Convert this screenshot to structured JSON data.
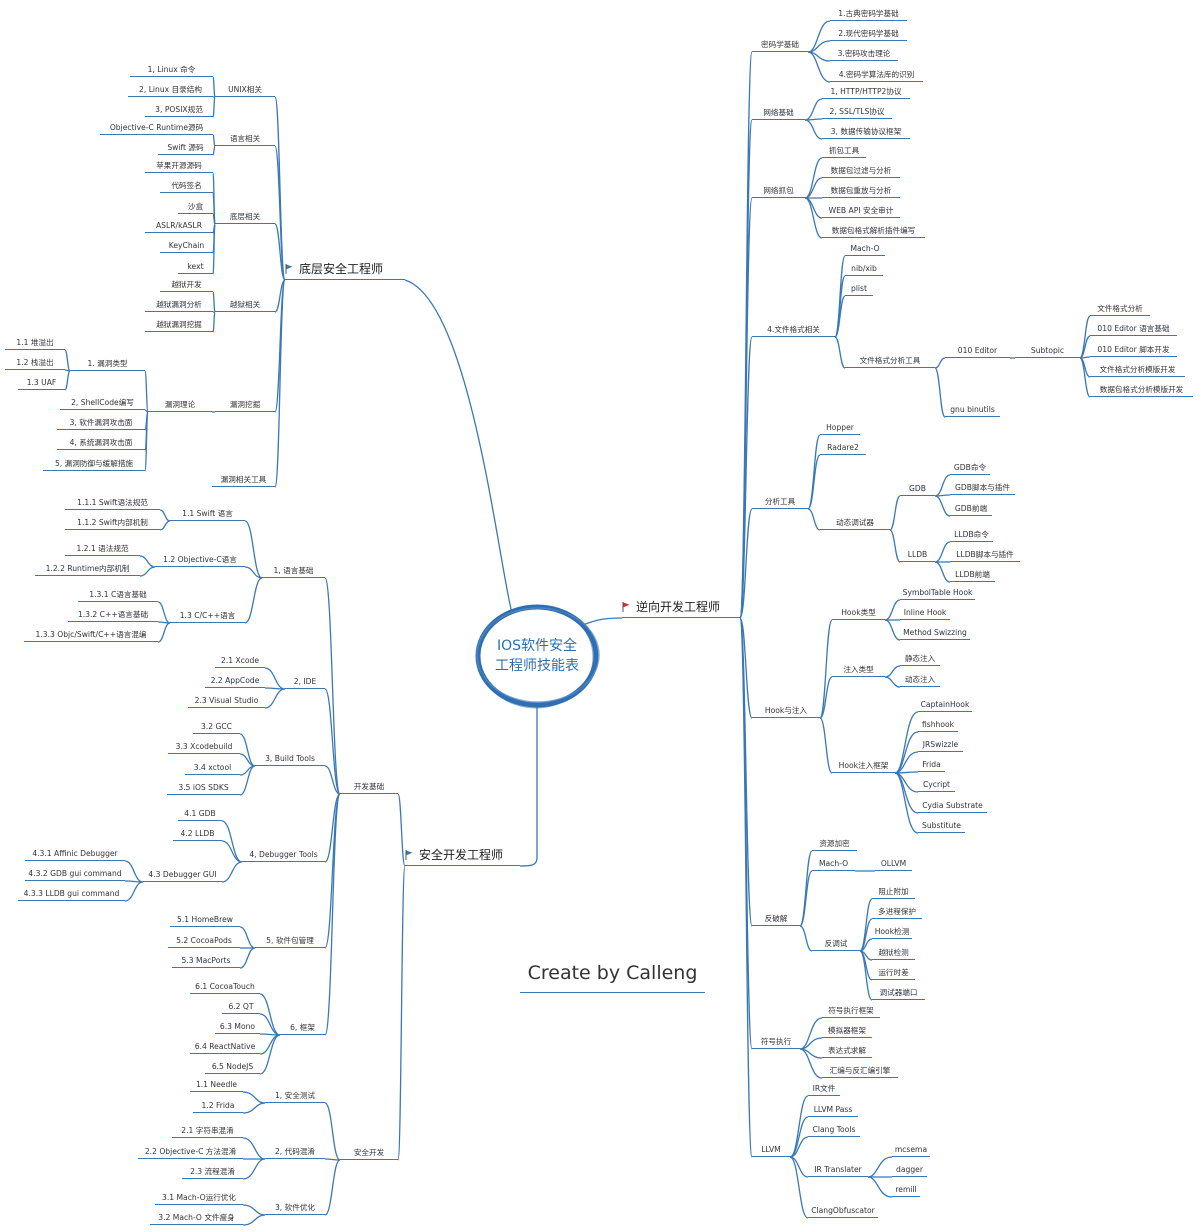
{
  "root": {
    "line1": "IOS软件安全",
    "line2": "工程师技能表"
  },
  "credit": "Create by Calleng",
  "colors": {
    "line": "#3a78b5",
    "root": "#2a6fb5",
    "flag_red": "#d9282f",
    "flag_blue": "#3a78b5"
  },
  "left_top": {
    "label": "底层安全工程师",
    "flag": "flag-blue-icon",
    "children": [
      {
        "label": "UNIX相关",
        "children": [
          {
            "label": "1, Linux 命令"
          },
          {
            "label": "2, Linux 目录结构"
          },
          {
            "label": "3, POSIX规范"
          }
        ]
      },
      {
        "label": "语言相关",
        "children": [
          {
            "label": "Objective-C Runtime源码"
          },
          {
            "label": "Swift 源码"
          }
        ]
      },
      {
        "label": "底层相关",
        "children": [
          {
            "label": "苹果开源源码"
          },
          {
            "label": "代码签名"
          },
          {
            "label": "沙盒"
          },
          {
            "label": "ASLR/kASLR"
          },
          {
            "label": "KeyChain"
          },
          {
            "label": "kext"
          }
        ]
      },
      {
        "label": "越狱相关",
        "children": [
          {
            "label": "越狱开发"
          },
          {
            "label": "越狱漏洞分析"
          },
          {
            "label": "越狱漏洞挖掘"
          }
        ]
      },
      {
        "label": "漏洞挖掘",
        "children": [
          {
            "label": "漏洞理论",
            "children": [
              {
                "label": "1. 漏洞类型",
                "children": [
                  {
                    "label": "1.1 堆溢出"
                  },
                  {
                    "label": "1.2 栈溢出"
                  },
                  {
                    "label": "1.3 UAF"
                  }
                ]
              },
              {
                "label": "2, ShellCode编写"
              },
              {
                "label": "3, 软件漏洞攻击面"
              },
              {
                "label": "4, 系统漏洞攻击面"
              },
              {
                "label": "5, 漏洞防御与缓解措施"
              }
            ]
          }
        ]
      },
      {
        "label": "漏洞相关工具"
      }
    ]
  },
  "left_bottom": {
    "label": "安全开发工程师",
    "flag": "flag-blue-icon",
    "children": [
      {
        "label": "开发基础",
        "children": [
          {
            "label": "1, 语言基础",
            "children": [
              {
                "label": "1.1 Swift 语言",
                "children": [
                  {
                    "label": "1.1.1 Swift语法规范"
                  },
                  {
                    "label": "1.1.2 Swift内部机制"
                  }
                ]
              },
              {
                "label": "1.2 Objective-C语言",
                "children": [
                  {
                    "label": "1.2.1 语法规范"
                  },
                  {
                    "label": "1.2.2 Runtime内部机制"
                  }
                ]
              },
              {
                "label": "1.3 C/C++语言",
                "children": [
                  {
                    "label": "1.3.1 C语言基础"
                  },
                  {
                    "label": "1.3.2 C++语言基础"
                  },
                  {
                    "label": "1.3.3 Objc/Swift/C++语言混编"
                  }
                ]
              }
            ]
          },
          {
            "label": "2, IDE",
            "children": [
              {
                "label": "2.1 Xcode"
              },
              {
                "label": "2.2 AppCode"
              },
              {
                "label": "2.3 Visual Studio"
              }
            ]
          },
          {
            "label": "3, Build Tools",
            "children": [
              {
                "label": "3.2 GCC"
              },
              {
                "label": "3.3 Xcodebuild"
              },
              {
                "label": "3.4 xctool"
              },
              {
                "label": "3.5 iOS   SDKS"
              }
            ]
          },
          {
            "label": "4, Debugger Tools",
            "children": [
              {
                "label": "4.1 GDB"
              },
              {
                "label": "4.2 LLDB"
              },
              {
                "label": "4.3 Debugger GUI",
                "children": [
                  {
                    "label": "4.3.1 Affinic Debugger"
                  },
                  {
                    "label": "4.3.2 GDB gui command"
                  },
                  {
                    "label": "4.3.3 LLDB gui command"
                  }
                ]
              }
            ]
          },
          {
            "label": "5, 软件包管理",
            "children": [
              {
                "label": "5.1 HomeBrew"
              },
              {
                "label": "5.2 CocoaPods"
              },
              {
                "label": "5.3 MacPorts"
              }
            ]
          },
          {
            "label": "6, 框架",
            "children": [
              {
                "label": "6.1 CocoaTouch"
              },
              {
                "label": "6.2 QT"
              },
              {
                "label": "6.3 Mono"
              },
              {
                "label": "6.4 ReactNative"
              },
              {
                "label": "6.5 NodeJS"
              }
            ]
          }
        ]
      },
      {
        "label": "安全开发",
        "children": [
          {
            "label": "1, 安全测试",
            "children": [
              {
                "label": "1.1 Needle"
              },
              {
                "label": "1.2 Frida"
              }
            ]
          },
          {
            "label": "2, 代码混淆",
            "children": [
              {
                "label": "2.1 字符串混淆"
              },
              {
                "label": "2.2 Objective-C 方法混淆"
              },
              {
                "label": "2.3 流程混淆"
              }
            ]
          },
          {
            "label": "3, 软件优化",
            "children": [
              {
                "label": "3.1 Mach-O运行优化"
              },
              {
                "label": "3.2 Mach-O 文件瘦身"
              }
            ]
          }
        ]
      }
    ]
  },
  "right": {
    "label": "逆向开发工程师",
    "flag": "flag-red-icon",
    "children": [
      {
        "label": "密码学基础",
        "children": [
          {
            "label": "1.古典密码学基础"
          },
          {
            "label": "2.现代密码学基础"
          },
          {
            "label": "3.密码攻击理论"
          },
          {
            "label": "4.密码学算法库的识别"
          }
        ]
      },
      {
        "label": "网络基础",
        "children": [
          {
            "label": "1, HTTP/HTTP2协议"
          },
          {
            "label": "2, SSL/TLS协议"
          },
          {
            "label": "3, 数据传输协议框架"
          }
        ]
      },
      {
        "label": "网络抓包",
        "children": [
          {
            "label": "抓包工具"
          },
          {
            "label": "数据包过滤与分析"
          },
          {
            "label": "数据包重放与分析"
          },
          {
            "label": "WEB API 安全审计"
          },
          {
            "label": "数据包格式解析插件编写"
          }
        ]
      },
      {
        "label": "4.文件格式相关",
        "children": [
          {
            "label": "Mach-O"
          },
          {
            "label": "nib/xib"
          },
          {
            "label": "plist"
          },
          {
            "label": "文件格式分析工具",
            "children": [
              {
                "label": "010 Editor",
                "children": [
                  {
                    "label": "Subtopic",
                    "children": [
                      {
                        "label": "文件格式分析"
                      },
                      {
                        "label": "010 Editor 语言基础"
                      },
                      {
                        "label": "010 Editor 脚本开发"
                      },
                      {
                        "label": "文件格式分析模版开发"
                      },
                      {
                        "label": "数据包格式分析模版开发"
                      }
                    ]
                  }
                ]
              },
              {
                "label": "gnu binutils"
              }
            ]
          }
        ]
      },
      {
        "label": "分析工具",
        "children": [
          {
            "label": "Hopper"
          },
          {
            "label": "Radare2"
          },
          {
            "label": "动态调试器",
            "children": [
              {
                "label": "GDB",
                "children": [
                  {
                    "label": "GDB命令"
                  },
                  {
                    "label": "GDB脚本与插件"
                  },
                  {
                    "label": "GDB前端"
                  }
                ]
              },
              {
                "label": "LLDB",
                "children": [
                  {
                    "label": "LLDB命令"
                  },
                  {
                    "label": "LLDB脚本与插件"
                  },
                  {
                    "label": "LLDB前端"
                  }
                ]
              }
            ]
          }
        ]
      },
      {
        "label": "Hook与注入",
        "children": [
          {
            "label": "Hook类型",
            "children": [
              {
                "label": "SymbolTable Hook"
              },
              {
                "label": "Inline Hook"
              },
              {
                "label": "Method Swizzing"
              }
            ]
          },
          {
            "label": "注入类型",
            "children": [
              {
                "label": "静态注入"
              },
              {
                "label": "动态注入"
              }
            ]
          },
          {
            "label": "Hook注入框架",
            "children": [
              {
                "label": "CaptainHook"
              },
              {
                "label": "fishhook"
              },
              {
                "label": "JRSwizzle"
              },
              {
                "label": "Frida"
              },
              {
                "label": "Cycript"
              },
              {
                "label": "Cydia Substrate"
              },
              {
                "label": "Substitute"
              }
            ]
          }
        ]
      },
      {
        "label": "反破解",
        "children": [
          {
            "label": "资源加密"
          },
          {
            "label": "Mach-O",
            "children": [
              {
                "label": "OLLVM"
              }
            ]
          },
          {
            "label": "反调试",
            "children": [
              {
                "label": "阻止附加"
              },
              {
                "label": "多进程保护"
              },
              {
                "label": "Hook检测"
              },
              {
                "label": "越狱检测"
              },
              {
                "label": "运行时差"
              },
              {
                "label": "调试器端口"
              }
            ]
          }
        ]
      },
      {
        "label": "符号执行",
        "children": [
          {
            "label": "符号执行框架"
          },
          {
            "label": "模拟器框架"
          },
          {
            "label": "表达式求解"
          },
          {
            "label": "汇编与反汇编引擎"
          }
        ]
      },
      {
        "label": "LLVM",
        "children": [
          {
            "label": "IR文件"
          },
          {
            "label": "LLVM Pass"
          },
          {
            "label": "Clang Tools"
          },
          {
            "label": "IR Translater",
            "children": [
              {
                "label": "mcsema"
              },
              {
                "label": "dagger"
              },
              {
                "label": "remill"
              }
            ]
          },
          {
            "label": "ClangObfuscator"
          }
        ]
      }
    ]
  }
}
